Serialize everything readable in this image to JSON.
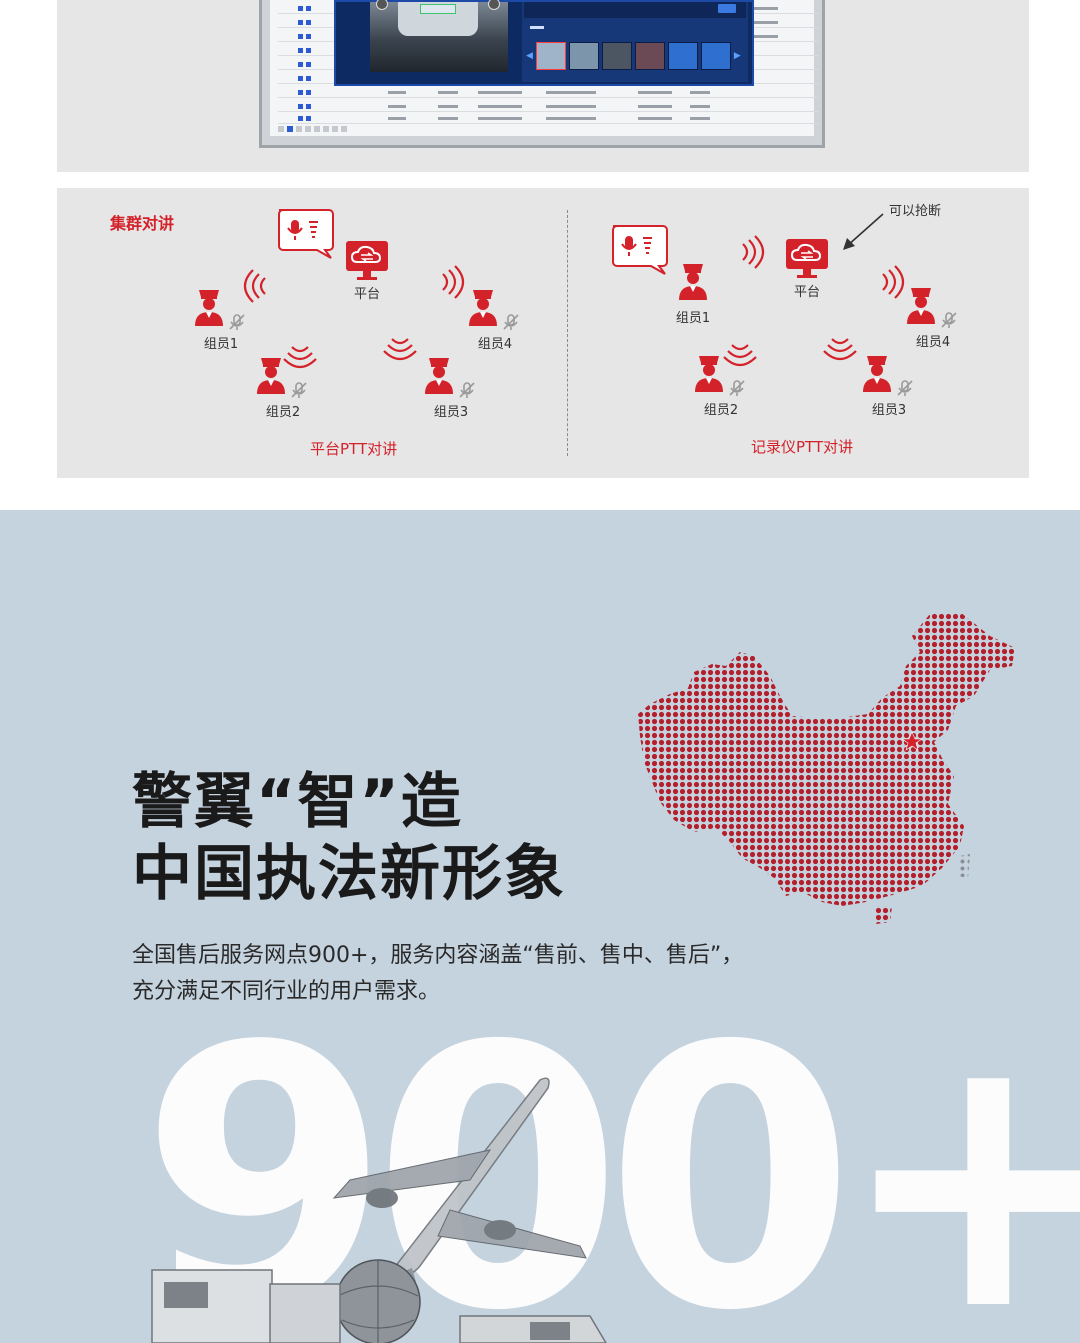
{
  "ptt": {
    "section_title": "集群对讲",
    "left": {
      "platform": "平台",
      "members": [
        "组员1",
        "组员2",
        "组员3",
        "组员4"
      ],
      "caption": "平台PTT对讲"
    },
    "right": {
      "platform": "平台",
      "members": [
        "组员1",
        "组员2",
        "组员3",
        "组员4"
      ],
      "caption": "记录仪PTT对讲",
      "hint": "可以抢断"
    }
  },
  "hero": {
    "headline_line1": "警翼“智”造",
    "headline_line2": "中国执法新形象",
    "desc_line1": "全国售后服务网点900+，服务内容涵盖“售前、售中、售后”，",
    "desc_line2": "充分满足不同行业的用户需求。",
    "big_number": "900+"
  },
  "colors": {
    "accent_red": "#d4222a",
    "panel_gray": "#e6e6e6",
    "hero_bg": "#c5d3df",
    "dark_blue": "#0e2a63"
  }
}
